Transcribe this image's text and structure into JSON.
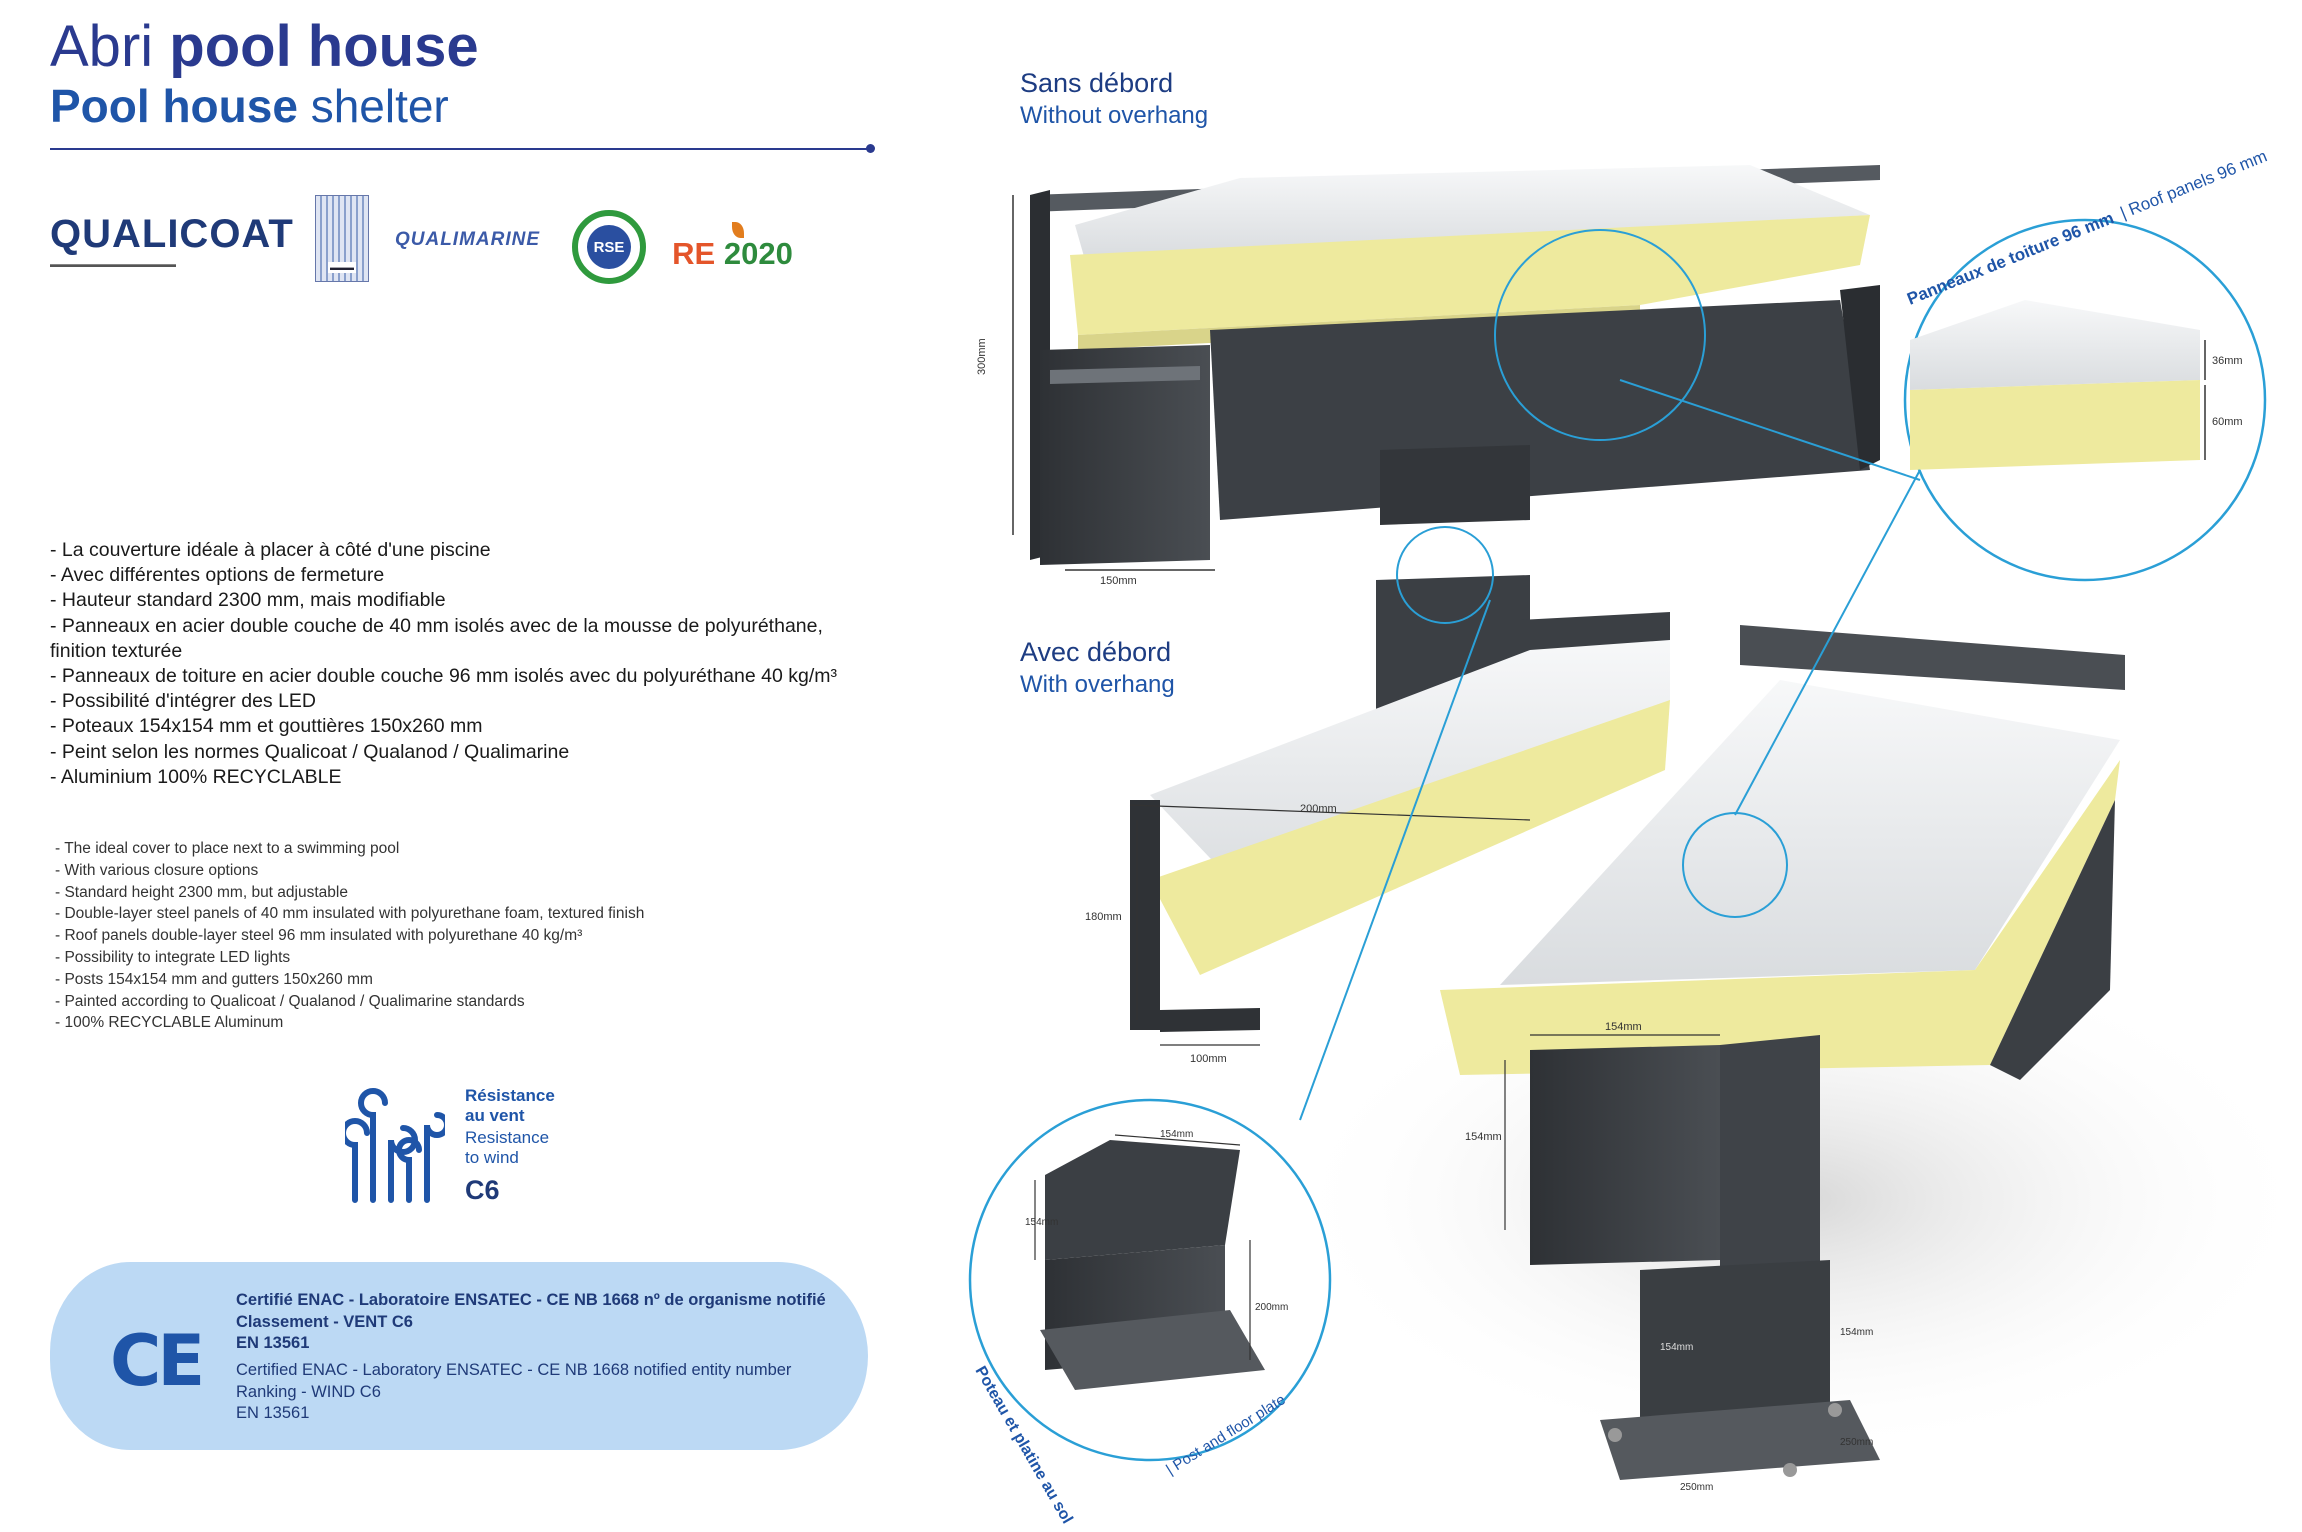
{
  "title": {
    "line1_thin": "Abri",
    "line1_bold": "pool house",
    "line2_bold": "Pool house",
    "line2_thin": "shelter"
  },
  "logos": {
    "qualicoat": "QUALICOAT",
    "qualimarine": "QUALIMARINE",
    "rse": "RSE",
    "re": "RE",
    "re_year": "2020"
  },
  "features_fr": [
    "- La couverture idéale à placer à côté d'une piscine",
    "- Avec différentes options de fermeture",
    "- Hauteur standard 2300 mm, mais modifiable",
    "- Panneaux en acier double couche de 40 mm isolés avec de la mousse de polyuréthane, finition texturée",
    "- Panneaux de toiture en acier double couche 96 mm isolés avec du polyuréthane 40 kg/m³",
    "- Possibilité d'intégrer des LED",
    "- Poteaux 154x154 mm et gouttières 150x260 mm",
    "- Peint selon les normes Qualicoat / Qualanod / Qualimarine",
    "- Aluminium 100% RECYCLABLE"
  ],
  "features_en": [
    "- The ideal cover to place next to a swimming pool",
    "- With various closure options",
    "- Standard height 2300 mm, but adjustable",
    "- Double-layer steel panels of 40 mm insulated with polyurethane foam, textured finish",
    "- Roof panels double-layer steel 96 mm insulated with polyurethane 40 kg/m³",
    "- Possibility to integrate LED lights",
    "- Posts 154x154 mm and gutters 150x260 mm",
    "- Painted according to Qualicoat / Qualanod / Qualimarine standards",
    "- 100% RECYCLABLE Aluminum"
  ],
  "wind": {
    "fr_line1": "Résistance",
    "fr_line2": "au vent",
    "en_line1": "Resistance",
    "en_line2": "to wind",
    "class": "C6"
  },
  "certification": {
    "mark": "CE",
    "fr": [
      "Certifié ENAC - Laboratoire ENSATEC - CE NB 1668 nº de organisme notifié",
      "Classement - VENT C6",
      "EN 13561"
    ],
    "en": [
      "Certified ENAC - Laboratory ENSATEC - CE NB 1668 notified entity number",
      "Ranking - WIND C6",
      "EN 13561"
    ]
  },
  "views": {
    "sans_fr": "Sans débord",
    "sans_en": "Without overhang",
    "avec_fr": "Avec débord",
    "avec_en": "With overhang"
  },
  "callouts": {
    "roof_fr": "Panneaux de toiture 96 mm",
    "roof_en": "| Roof panels 96 mm",
    "post_fr": "Poteau et platine au sol",
    "post_en": "| Post and floor plate"
  },
  "dimensions": {
    "gutter_h": "300mm",
    "gutter_w": "150mm",
    "panel_top": "36mm",
    "panel_bottom": "60mm",
    "overhang_w": "200mm",
    "overhang_h": "180mm",
    "overhang_d": "100mm",
    "post_w": "154mm",
    "post_h": "154mm",
    "plate_w": "154mm",
    "plate_d": "154mm",
    "plate_h": "200mm",
    "base_w": "250mm",
    "base_top": "154mm",
    "base_side": "154mm",
    "base_depth": "250mm"
  },
  "colors": {
    "navy": "#1d2b6e",
    "blue": "#1f55a8",
    "callout": "#2a9fd6",
    "foam": "#f2efaa",
    "steel": "#3f4246",
    "cert_bg": "#bcd9f4"
  }
}
